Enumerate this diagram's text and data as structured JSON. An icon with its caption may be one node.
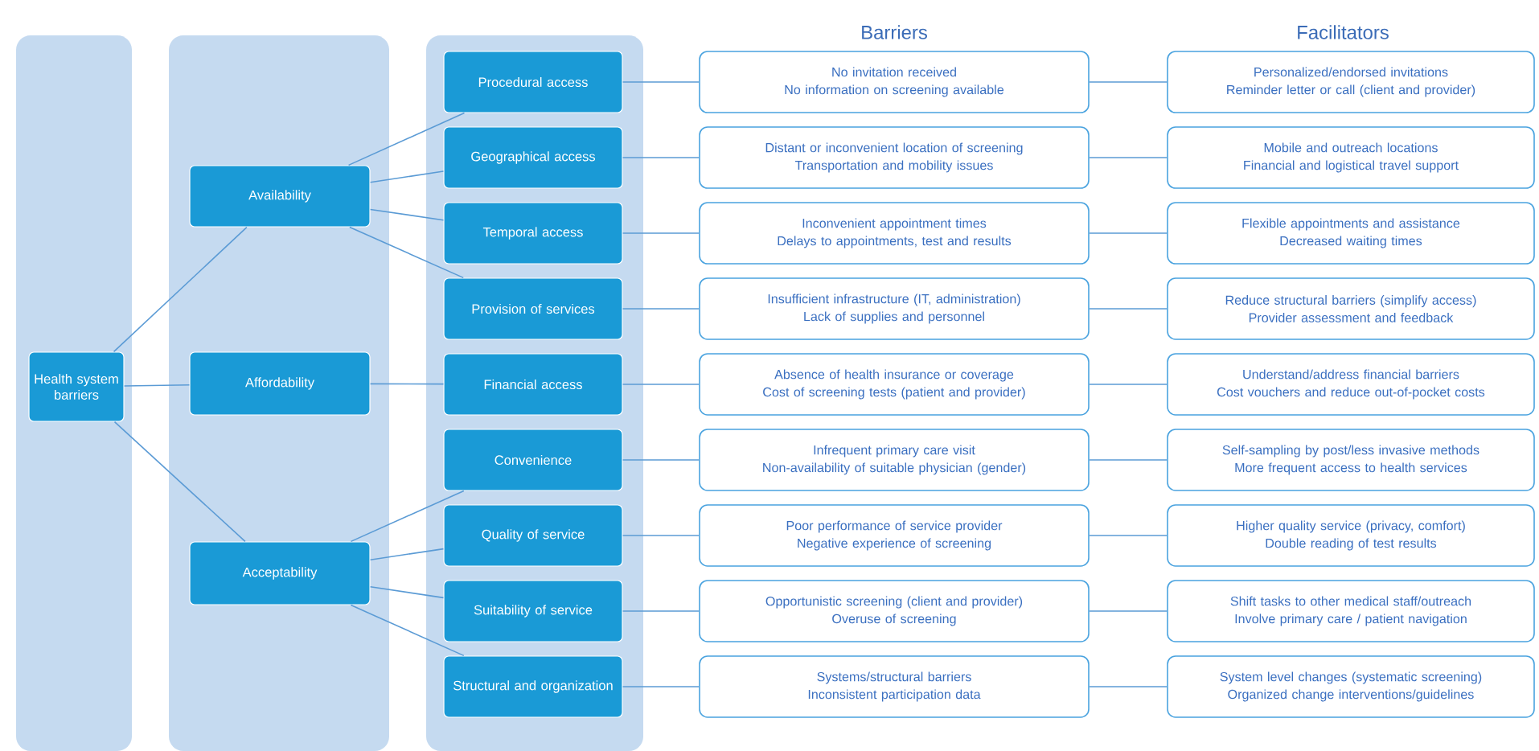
{
  "diagram": {
    "nodes": [
      {
        "text": [],
        "shape": "band"
      },
      {
        "text": [],
        "shape": "band"
      },
      {
        "text": [],
        "shape": "band"
      },
      {
        "text": [
          "Health system barriers"
        ],
        "in": 0
      },
      {
        "text": [
          "Availability"
        ],
        "in": 1
      },
      {
        "text": [
          "Affordability"
        ],
        "in": 1
      },
      {
        "text": [
          "Acceptability"
        ],
        "in": 1
      },
      {
        "text": [
          "Procedural access"
        ],
        "in": 2
      },
      {
        "text": [
          "Geographical access"
        ],
        "in": 2
      },
      {
        "text": [
          "Temporal access"
        ],
        "in": 2
      },
      {
        "text": [
          "Provision of services"
        ],
        "in": 2
      },
      {
        "text": [
          "Financial access"
        ],
        "in": 2
      },
      {
        "text": [
          "Convenience"
        ],
        "in": 2
      },
      {
        "text": [
          "Quality of service"
        ],
        "in": 2
      },
      {
        "text": [
          "Suitability of service"
        ],
        "in": 2
      },
      {
        "text": [
          "Structural and organization"
        ],
        "in": 2
      },
      {
        "text": [
          "No invitation received",
          "No information on screening available"
        ]
      },
      {
        "text": [
          "Distant or inconvenient location of screening",
          "Transportation and mobility issues"
        ]
      },
      {
        "text": [
          "Inconvenient appointment times",
          "Delays to appointments, test and results"
        ]
      },
      {
        "text": [
          "Insufficient infrastructure (IT, administration)",
          "Lack of supplies and personnel"
        ]
      },
      {
        "text": [
          "Absence of health insurance or coverage",
          "Cost of screening tests (patient and provider)"
        ]
      },
      {
        "text": [
          "Infrequent primary care visit",
          "Non-availability of suitable physician (gender)"
        ]
      },
      {
        "text": [
          "Poor performance of service provider",
          "Negative experience of screening"
        ]
      },
      {
        "text": [
          "Opportunistic screening (client and provider)",
          "Overuse of screening"
        ]
      },
      {
        "text": [
          "Systems/structural barriers",
          "Inconsistent participation data"
        ]
      },
      {
        "text": [
          "Personalized/endorsed invitations",
          "Reminder letter or call (client and provider)"
        ]
      },
      {
        "text": [
          "Mobile and outreach locations",
          "Financial and logistical travel support"
        ]
      },
      {
        "text": [
          "Flexible appointments and assistance",
          "Decreased waiting times"
        ]
      },
      {
        "text": [
          "Reduce structural barriers (simplify access)",
          "Provider assessment and feedback"
        ]
      },
      {
        "text": [
          "Understand/address financial barriers",
          "Cost vouchers and reduce out-of-pocket costs"
        ]
      },
      {
        "text": [
          "Self-sampling by post/less invasive methods",
          "More frequent access to health services"
        ]
      },
      {
        "text": [
          "Higher quality service (privacy, comfort)",
          "Double reading of test results"
        ]
      },
      {
        "text": [
          "Shift tasks to other medical staff/outreach",
          "Involve primary care / patient navigation"
        ]
      },
      {
        "text": [
          "System level changes (systematic screening)",
          "Organized change interventions/guidelines"
        ]
      }
    ],
    "edges": [
      {
        "from": 3,
        "to": 4,
        "arrow": "none"
      },
      {
        "from": 3,
        "to": 5,
        "arrow": "none"
      },
      {
        "from": 3,
        "to": 6,
        "arrow": "none"
      },
      {
        "from": 4,
        "to": 7,
        "arrow": "none"
      },
      {
        "from": 4,
        "to": 8,
        "arrow": "none"
      },
      {
        "from": 4,
        "to": 9,
        "arrow": "none"
      },
      {
        "from": 4,
        "to": 10,
        "arrow": "none"
      },
      {
        "from": 5,
        "to": 11,
        "arrow": "none"
      },
      {
        "from": 6,
        "to": 12,
        "arrow": "none"
      },
      {
        "from": 6,
        "to": 13,
        "arrow": "none"
      },
      {
        "from": 6,
        "to": 14,
        "arrow": "none"
      },
      {
        "from": 6,
        "to": 15,
        "arrow": "none"
      },
      {
        "from": 7,
        "to": 16,
        "arrow": "none"
      },
      {
        "from": 8,
        "to": 17,
        "arrow": "none"
      },
      {
        "from": 9,
        "to": 18,
        "arrow": "none"
      },
      {
        "from": 10,
        "to": 19,
        "arrow": "none"
      },
      {
        "from": 11,
        "to": 20,
        "arrow": "none"
      },
      {
        "from": 12,
        "to": 21,
        "arrow": "none"
      },
      {
        "from": 13,
        "to": 22,
        "arrow": "none"
      },
      {
        "from": 14,
        "to": 23,
        "arrow": "none"
      },
      {
        "from": 15,
        "to": 24,
        "arrow": "none"
      },
      {
        "from": 16,
        "to": 25,
        "arrow": "none"
      },
      {
        "from": 17,
        "to": 26,
        "arrow": "none"
      },
      {
        "from": 18,
        "to": 27,
        "arrow": "none"
      },
      {
        "from": 19,
        "to": 28,
        "arrow": "none"
      },
      {
        "from": 20,
        "to": 29,
        "arrow": "none"
      },
      {
        "from": 21,
        "to": 30,
        "arrow": "none"
      },
      {
        "from": 22,
        "to": 31,
        "arrow": "none"
      },
      {
        "from": 23,
        "to": 32,
        "arrow": "none"
      },
      {
        "from": 24,
        "to": 33,
        "arrow": "none"
      }
    ],
    "labels": [
      "Barriers",
      "Facilitators"
    ]
  }
}
